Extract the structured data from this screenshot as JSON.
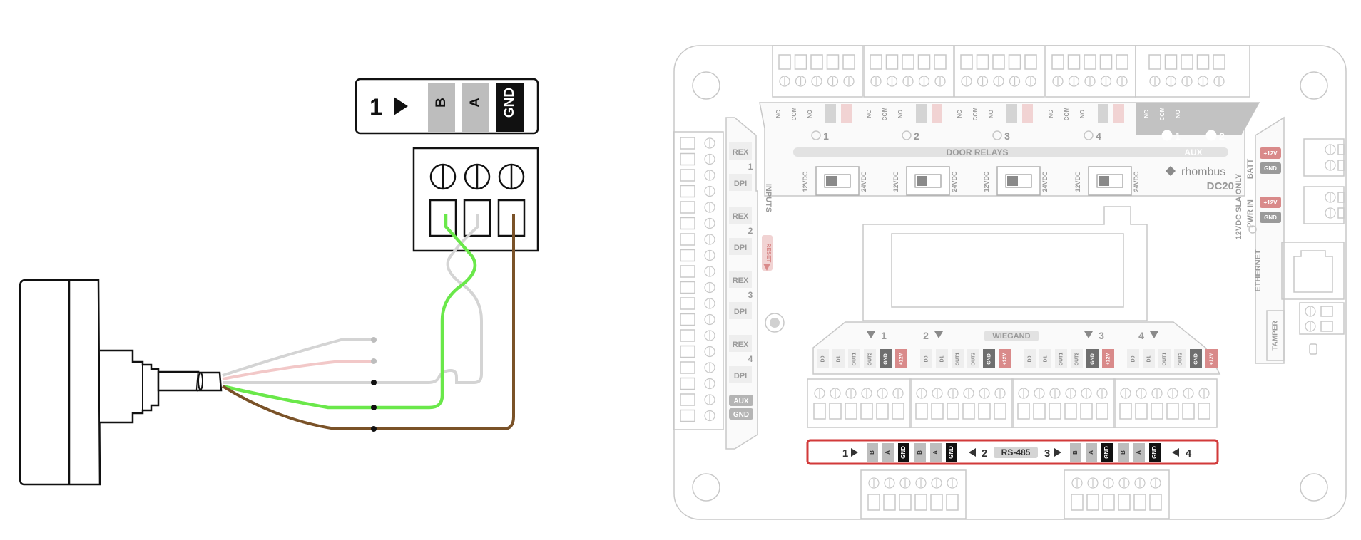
{
  "colors": {
    "green": "#6ae84a",
    "white_wire": "#d4d4d4",
    "pink_wire": "#f2c8c8",
    "brown": "#7a5228",
    "board_line": "#c8c8c8",
    "highlight": "#d23a3a",
    "pin_gray": "#bdbdbd",
    "pin_black": "#111111",
    "pin_red": "#d98a8a"
  },
  "terminal_label": {
    "port": "1",
    "pins": [
      "B",
      "A",
      "GND"
    ]
  },
  "board": {
    "brand": "rhombus",
    "model": "DC20",
    "relay_contacts": [
      "NC",
      "COM",
      "NO"
    ],
    "relay_numbers": [
      "1",
      "2",
      "3",
      "4"
    ],
    "aux_numbers": [
      "1",
      "2"
    ],
    "aux_label": "AUX",
    "door_relays_label": "DOOR RELAYS",
    "voltage_labels": [
      "12VDC",
      "24VDC"
    ],
    "inputs_label": "INPUTS",
    "input_groups": [
      {
        "num": "1",
        "pins": [
          "REX",
          "DPI"
        ]
      },
      {
        "num": "2",
        "pins": [
          "REX",
          "DPI"
        ]
      },
      {
        "num": "3",
        "pins": [
          "REX",
          "DPI"
        ]
      },
      {
        "num": "4",
        "pins": [
          "REX",
          "DPI"
        ]
      }
    ],
    "aux_pins": [
      "AUX",
      "GND"
    ],
    "reset_label": "RESET",
    "wiegand_label": "WIEGAND",
    "wiegand_numbers": [
      "1",
      "2",
      "3",
      "4"
    ],
    "wiegand_pins": [
      "D0",
      "D1",
      "OUT1",
      "OUT2",
      "GND",
      "+12V"
    ],
    "rs485_label": "RS-485",
    "rs485_ports": [
      "1",
      "2",
      "3",
      "4"
    ],
    "rs485_pins": [
      "B",
      "A",
      "GND"
    ],
    "power_pins": [
      "+12V",
      "GND"
    ],
    "batt_label": "BATT",
    "pwr_in_label": "PWR IN",
    "sla_label": "12VDC SLA ONLY",
    "ethernet_label": "ETHERNET",
    "tamper_label": "TAMPER"
  }
}
